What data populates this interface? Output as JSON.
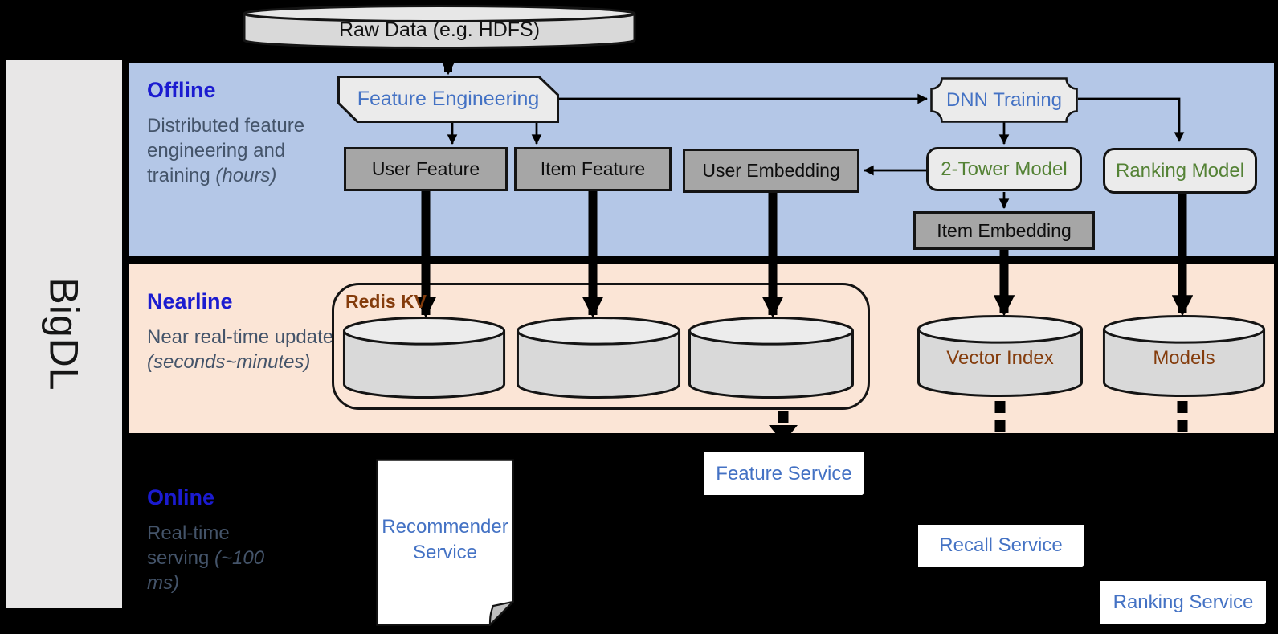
{
  "sidebar": {
    "brand": "BigDL"
  },
  "raw_data": {
    "label": "Raw Data (e.g. HDFS)"
  },
  "bands": {
    "offline": {
      "title": "Offline",
      "subtitle": "Distributed feature engineering and training",
      "subtitle_italic": "(hours)"
    },
    "nearline": {
      "title": "Nearline",
      "subtitle": "Near real-time update",
      "subtitle_italic": "(seconds~minutes)"
    },
    "online": {
      "title": "Online",
      "subtitle": "Real-time serving",
      "subtitle_italic": "(~100 ms)"
    }
  },
  "offline": {
    "feature_engineering": "Feature Engineering",
    "dnn_training": "DNN Training",
    "user_feature": "User Feature",
    "item_feature": "Item Feature",
    "user_embedding": "User Embedding",
    "two_tower_model": "2-Tower Model",
    "ranking_model": "Ranking Model",
    "item_embedding": "Item Embedding"
  },
  "nearline": {
    "redis_kv": "Redis KV",
    "vector_index": "Vector Index",
    "models": "Models"
  },
  "online": {
    "recommender_service": "Recommender Service",
    "feature_service": "Feature Service",
    "recall_service": "Recall Service",
    "ranking_service": "Ranking Service"
  },
  "colors": {
    "background": "#000000",
    "offline_band": "#b4c7e7",
    "nearline_band": "#fbe5d6",
    "sidebar_gray": "#e8e7e7",
    "heading_blue": "#1b1bd0",
    "subtitle_gray": "#44546a",
    "label_blue": "#4472c4",
    "label_green": "#548235",
    "label_brown": "#843c0c",
    "box_gray": "#a6a6a6",
    "box_light": "#ebebeb",
    "cylinder_fill": "#d9d9d9"
  }
}
